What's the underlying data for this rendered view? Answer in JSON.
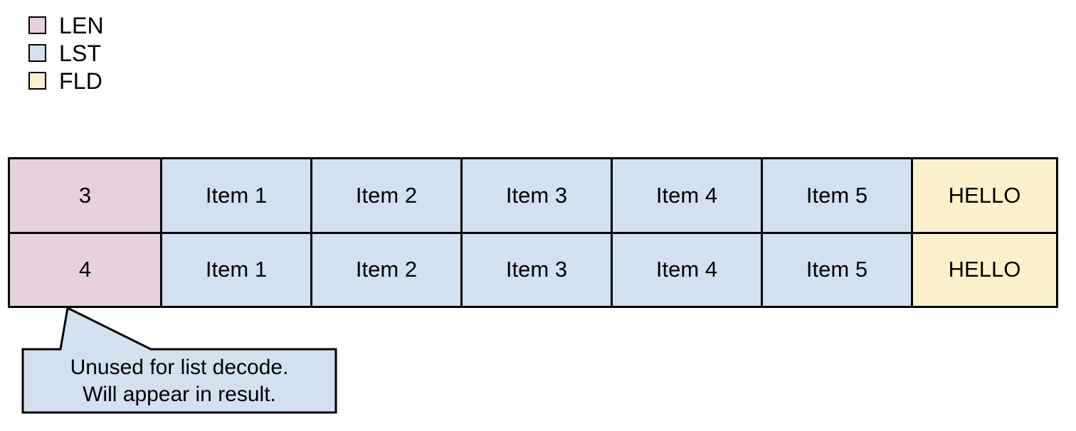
{
  "legend": {
    "items": [
      {
        "label": "LEN",
        "color": "#e7d1de"
      },
      {
        "label": "LST",
        "color": "#d3e0f0"
      },
      {
        "label": "FLD",
        "color": "#fcf0cc"
      }
    ]
  },
  "table": {
    "rows": [
      {
        "len": "3",
        "list": [
          "Item 1",
          "Item 2",
          "Item 3",
          "Item 4",
          "Item 5"
        ],
        "field": "HELLO"
      },
      {
        "len": "4",
        "list": [
          "Item 1",
          "Item 2",
          "Item 3",
          "Item 4",
          "Item 5"
        ],
        "field": "HELLO"
      }
    ]
  },
  "callout": {
    "line1": "Unused for list decode.",
    "line2": "Will appear in result.",
    "fill": "#d3e0f0",
    "stroke": "#000000"
  }
}
